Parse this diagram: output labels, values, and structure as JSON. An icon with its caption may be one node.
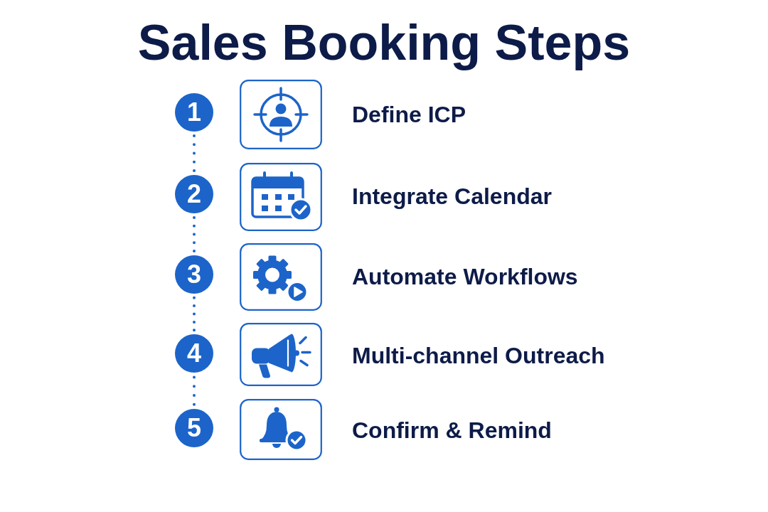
{
  "diagram": {
    "title": "Sales Booking Steps",
    "nodes": [
      {
        "text": [
          "1"
        ]
      },
      {
        "text": [
          "2"
        ]
      },
      {
        "text": [
          "3"
        ]
      },
      {
        "text": [
          "4"
        ]
      },
      {
        "text": [
          "5"
        ]
      }
    ],
    "edges": [
      {
        "from": 0,
        "to": 1,
        "arrow": "none",
        "style": "dashed"
      },
      {
        "from": 1,
        "to": 2,
        "arrow": "none",
        "style": "dashed"
      },
      {
        "from": 2,
        "to": 3,
        "arrow": "none",
        "style": "dashed"
      },
      {
        "from": 3,
        "to": 4,
        "arrow": "none",
        "style": "dashed"
      }
    ],
    "labels": [
      "Define ICP",
      "Integrate Calendar",
      "Automate Workflows",
      "Multi-channel Outreach",
      "Confirm & Remind"
    ]
  }
}
